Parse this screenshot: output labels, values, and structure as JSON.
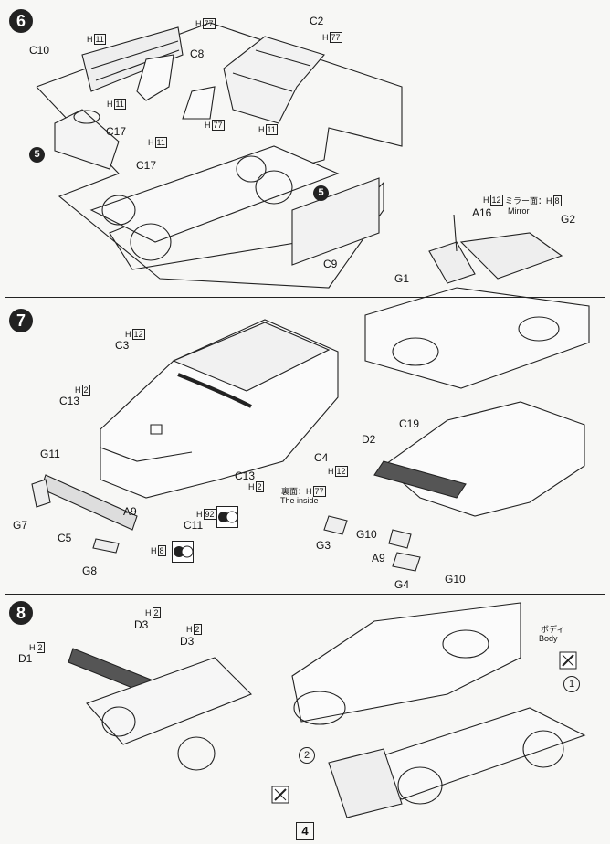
{
  "page_number": "4",
  "steps": {
    "s6": {
      "number": "6",
      "labels": {
        "c10": "C10",
        "c2": "C2",
        "c8": "C8",
        "c17a": "C17",
        "c17b": "C17",
        "c9": "C9",
        "a16": "A16",
        "g1": "G1",
        "g2": "G2"
      },
      "colors": {
        "h11a": "11",
        "h77a": "77",
        "h11b": "11",
        "h11c": "11",
        "h77b": "77",
        "h77c": "77",
        "h11d": "11",
        "h12": "12",
        "h8": "8"
      },
      "mirror_jp": "ミラー面：",
      "mirror_en": "Mirror",
      "ref_circles": [
        "5",
        "5"
      ]
    },
    "s7": {
      "number": "7",
      "labels": {
        "c3": "C3",
        "c13a": "C13",
        "g11": "G11",
        "g7": "G7",
        "c5": "C5",
        "a9a": "A9",
        "g8": "G8",
        "c11": "C11",
        "c13b": "C13",
        "c4": "C4",
        "c19": "C19",
        "d2": "D2",
        "g3": "G3",
        "g10a": "G10",
        "a9b": "A9",
        "g4": "G4",
        "g10b": "G10"
      },
      "colors": {
        "h12a": "12",
        "h2a": "2",
        "h2b": "2",
        "h77": "77",
        "h12b": "12",
        "h92": "92",
        "h8": "8"
      },
      "inside_jp": "裏面：",
      "inside_en": "The inside"
    },
    "s8": {
      "number": "8",
      "labels": {
        "d1": "D1",
        "d3a": "D3",
        "d3b": "D3"
      },
      "colors": {
        "h2a": "2",
        "h2b": "2",
        "h2c": "2"
      },
      "body_jp": "ボディ",
      "body_en": "Body",
      "order": [
        "1",
        "2"
      ]
    }
  }
}
